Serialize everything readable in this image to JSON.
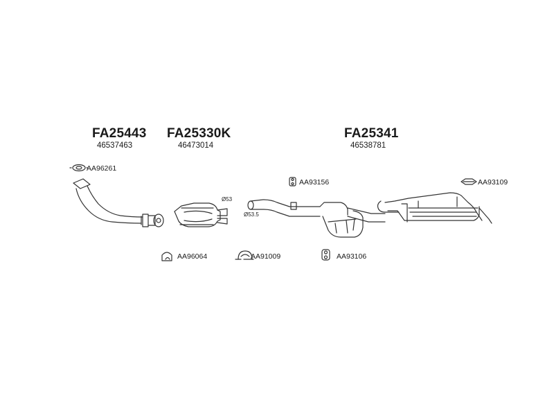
{
  "groups": [
    {
      "code": "FA25443",
      "oem": "46537463"
    },
    {
      "code": "FA25330K",
      "oem": "46473014"
    },
    {
      "code": "FA25341",
      "oem": "46538781"
    }
  ],
  "accessories": {
    "gasket_front": "AA96261",
    "mount_rubber_mid": "AA93156",
    "hanger_rear": "AA93109",
    "gasket_flange": "AA96064",
    "clamp": "AA91009",
    "ring_rubber": "AA93106"
  },
  "dimensions": {
    "d_outlet": "Ø53",
    "d_inlet": "Ø53.5"
  }
}
